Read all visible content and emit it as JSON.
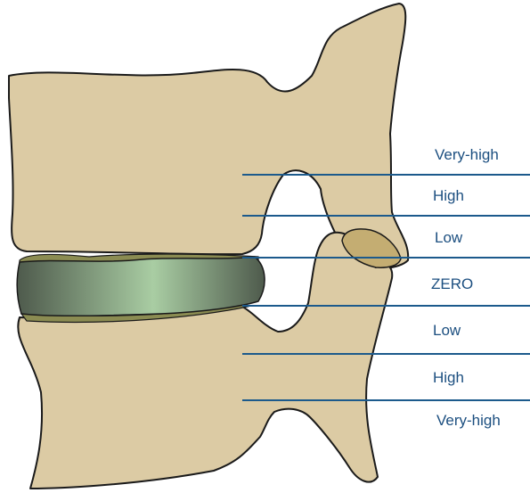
{
  "colors": {
    "bone_fill": "#dccba4",
    "outline": "#1a1a1a",
    "line": "#1c5a8c",
    "label": "#1c4f80",
    "disc_center": "#a9cda3",
    "disc_edge": "#4e5a4c",
    "endplate": "#8b8c52",
    "facet": "#c4ad72"
  },
  "zones": [
    {
      "label": "Very-high"
    },
    {
      "label": "High"
    },
    {
      "label": "Low"
    },
    {
      "label": "ZERO"
    },
    {
      "label": "Low"
    },
    {
      "label": "High"
    },
    {
      "label": "Very-high"
    }
  ]
}
